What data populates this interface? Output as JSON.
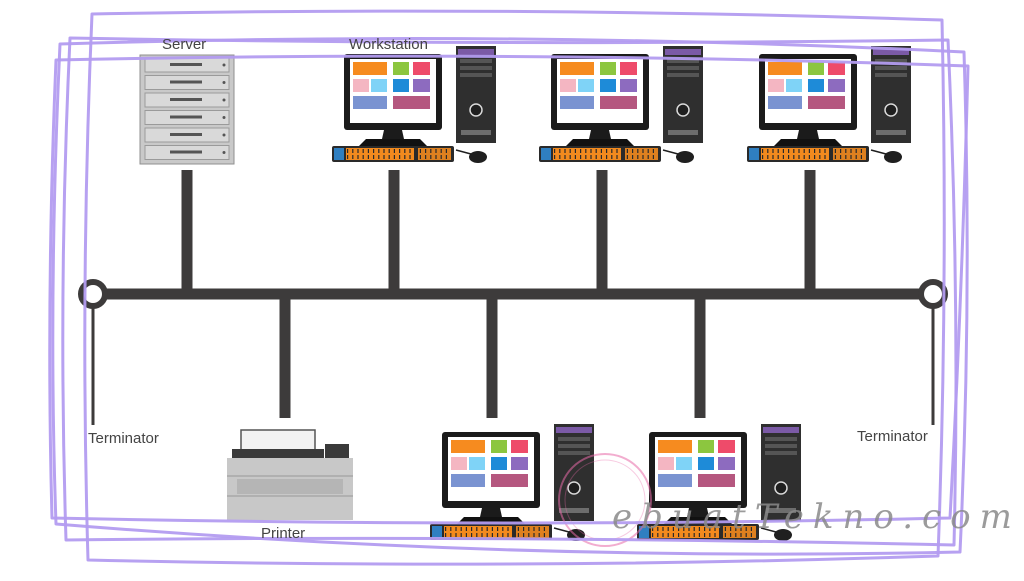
{
  "labels": {
    "server": "Server",
    "workstation": "Workstation",
    "printer": "Printer",
    "terminator_left": "Terminator",
    "terminator_right": "Terminator"
  },
  "watermark": "ebuatTekno.com",
  "colors": {
    "bus": "#3d3b3b",
    "scribble": "#b39cf0",
    "server_body": "#c9c9c9",
    "tower": "#2f2f2f",
    "tower_accent": "#7b5aa6",
    "keyboard_keys": "#f28a1e",
    "keyboard_accent": "#2f7fc1",
    "printer_body": "#c8c8c8",
    "watermark_circle": "#e86aa8"
  },
  "tiles": [
    "#f68b1f",
    "#8cc63f",
    "#ee4b6a",
    "#f4b6c2",
    "#7fd3f7",
    "#1e8bd8",
    "#8d6bbf",
    "#7a93d1",
    "#b5577f"
  ],
  "icons": {
    "server": "server-icon",
    "workstation": "workstation-icon",
    "printer": "printer-icon",
    "terminator": "terminator-icon"
  }
}
